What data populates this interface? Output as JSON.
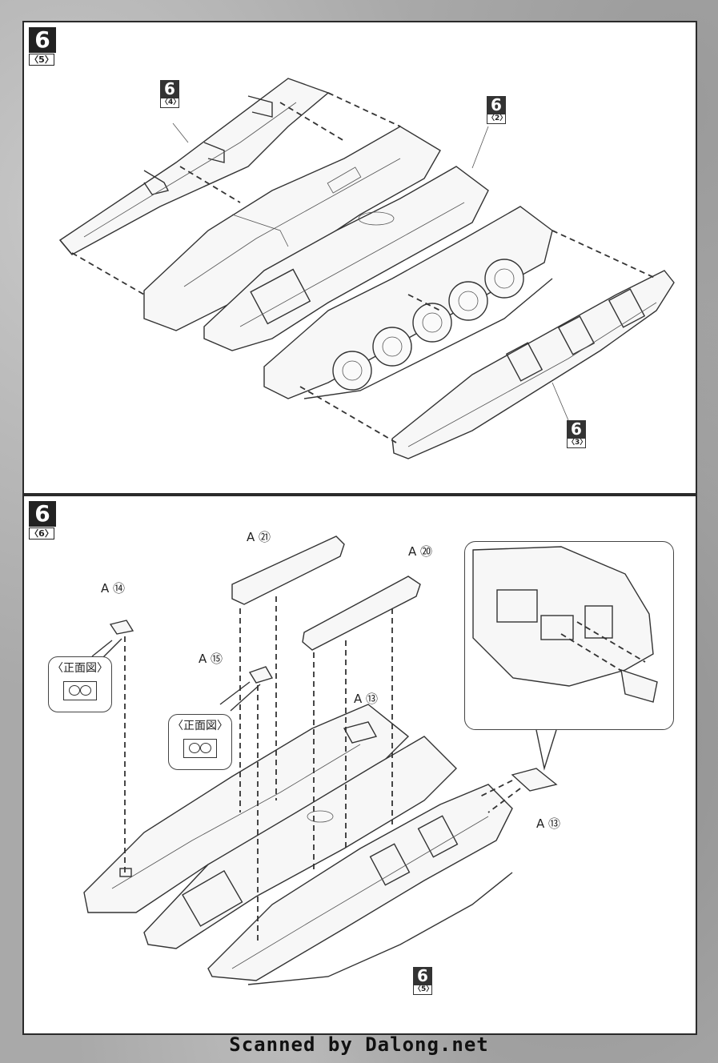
{
  "panel_top": {
    "step": {
      "number": "6",
      "sub": "〈5〉"
    },
    "refs": [
      {
        "number": "6",
        "sub": "〈4〉"
      },
      {
        "number": "6",
        "sub": "〈2〉"
      },
      {
        "number": "6",
        "sub": "〈3〉"
      }
    ]
  },
  "panel_bottom": {
    "step": {
      "number": "6",
      "sub": "〈6〉"
    },
    "parts": {
      "a21": "A ㉑",
      "a20": "A ⑳",
      "a14": "A ⑭",
      "a15": "A ⑮",
      "a13_main": "A ⑬",
      "a13_side": "A ⑬"
    },
    "front_view_label": "〈正面図〉",
    "ref": {
      "number": "6",
      "sub": "〈5〉"
    }
  },
  "footer": {
    "credit": "Scanned by Dalong.net"
  }
}
